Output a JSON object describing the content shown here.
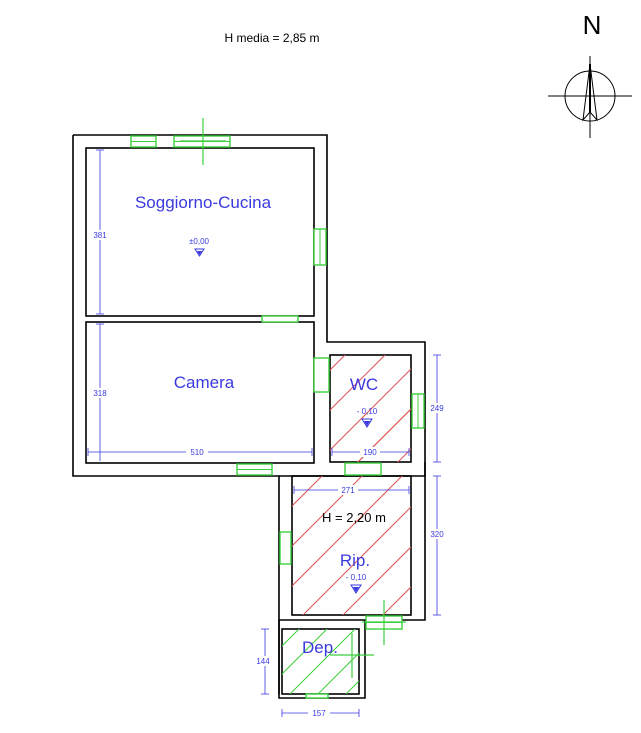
{
  "header": {
    "height_note": "H media = 2,85 m",
    "north_label": "N"
  },
  "rooms": {
    "soggiorno": {
      "name": "Soggiorno-Cucina",
      "level": "±0,00",
      "height_dim": "381"
    },
    "camera": {
      "name": "Camera",
      "height_dim": "318",
      "width_dim": "510"
    },
    "wc": {
      "name": "WC",
      "level": "- 0,10",
      "height_dim": "249",
      "width_dim": "190"
    },
    "ripostiglio": {
      "name": "Rip.",
      "height_note": "H = 2,20 m",
      "level": "- 0,10",
      "width_dim": "271",
      "height_dim": "320"
    },
    "deposito": {
      "name": "Dep.",
      "height_dim": "144",
      "width_dim": "157"
    }
  },
  "colors": {
    "walls": "#000000",
    "labels": "#3a3adf",
    "openings": "#3ccf3c",
    "hatch_rip_wc": "#e05050",
    "hatch_dep": "#3ccf3c"
  }
}
